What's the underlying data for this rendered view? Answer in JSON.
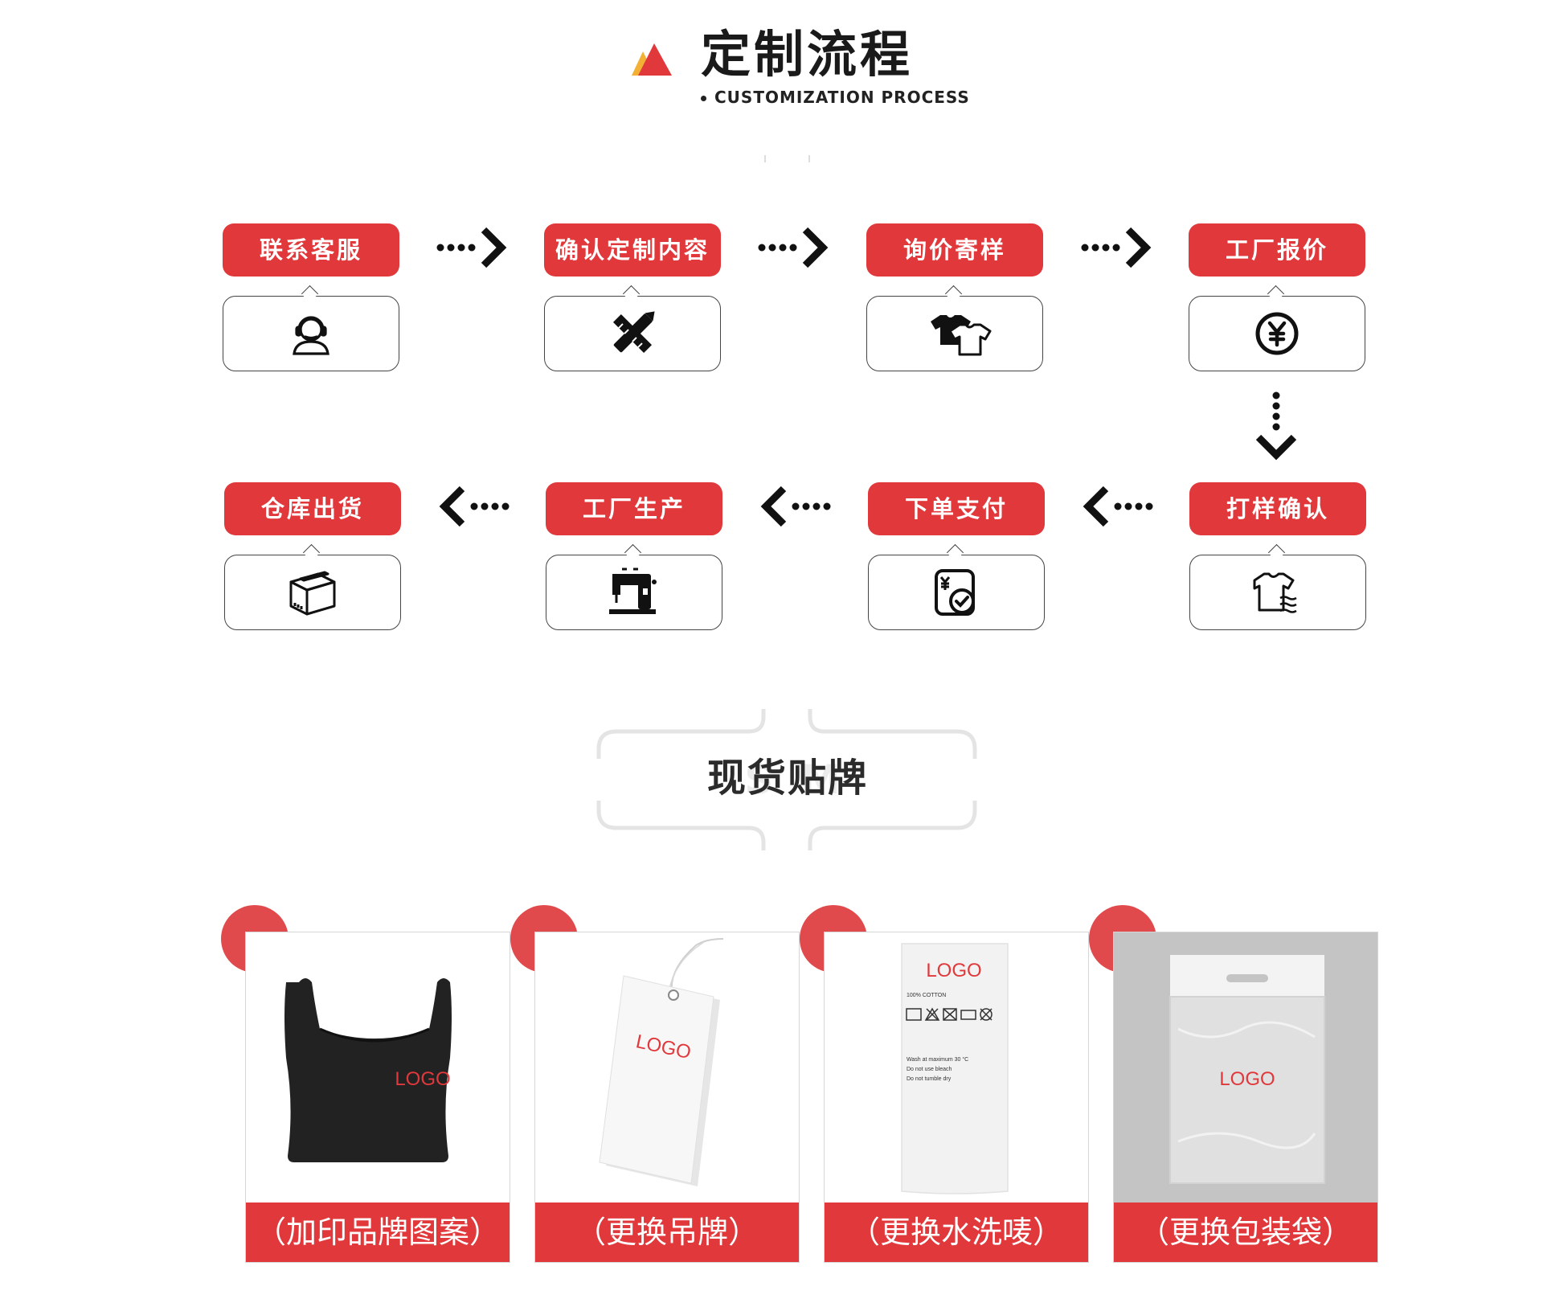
{
  "header": {
    "title": "定制流程",
    "subtitle": "CUSTOMIZATION PROCESS"
  },
  "process": {
    "steps": [
      {
        "label": "联系客服",
        "icon": "customer-service-icon"
      },
      {
        "label": "确认定制内容",
        "icon": "design-pencil-ruler-icon"
      },
      {
        "label": "询价寄样",
        "icon": "t-shirts-icon"
      },
      {
        "label": "工厂报价",
        "icon": "yuan-coin-icon"
      },
      {
        "label": "打样确认",
        "icon": "shirt-sample-icon"
      },
      {
        "label": "下单支付",
        "icon": "payment-check-icon"
      },
      {
        "label": "工厂生产",
        "icon": "sewing-machine-icon"
      },
      {
        "label": "仓库出货",
        "icon": "package-box-icon"
      }
    ]
  },
  "labels_section": {
    "title": "现货贴牌",
    "bg_text": "S          M",
    "cards": [
      {
        "label": "（加印品牌图案）",
        "logo_text": "LOGO",
        "icon": "tank-top-image"
      },
      {
        "label": "（更换吊牌）",
        "logo_text": "LOGO",
        "icon": "hang-tag-image"
      },
      {
        "label": "（更换水洗唛）",
        "logo_text": "LOGO",
        "icon": "care-label-image",
        "care_text": [
          "100% COTTON",
          "Wash at maximum 30 °C",
          "Do not use bleach",
          "Do not tumble dry"
        ]
      },
      {
        "label": "（更换包装袋）",
        "logo_text": "LOGO",
        "icon": "packaging-bag-image"
      }
    ]
  },
  "colors": {
    "accent": "#e0383b",
    "circle": "#e04a4c",
    "dark": "#1a1a1a"
  }
}
